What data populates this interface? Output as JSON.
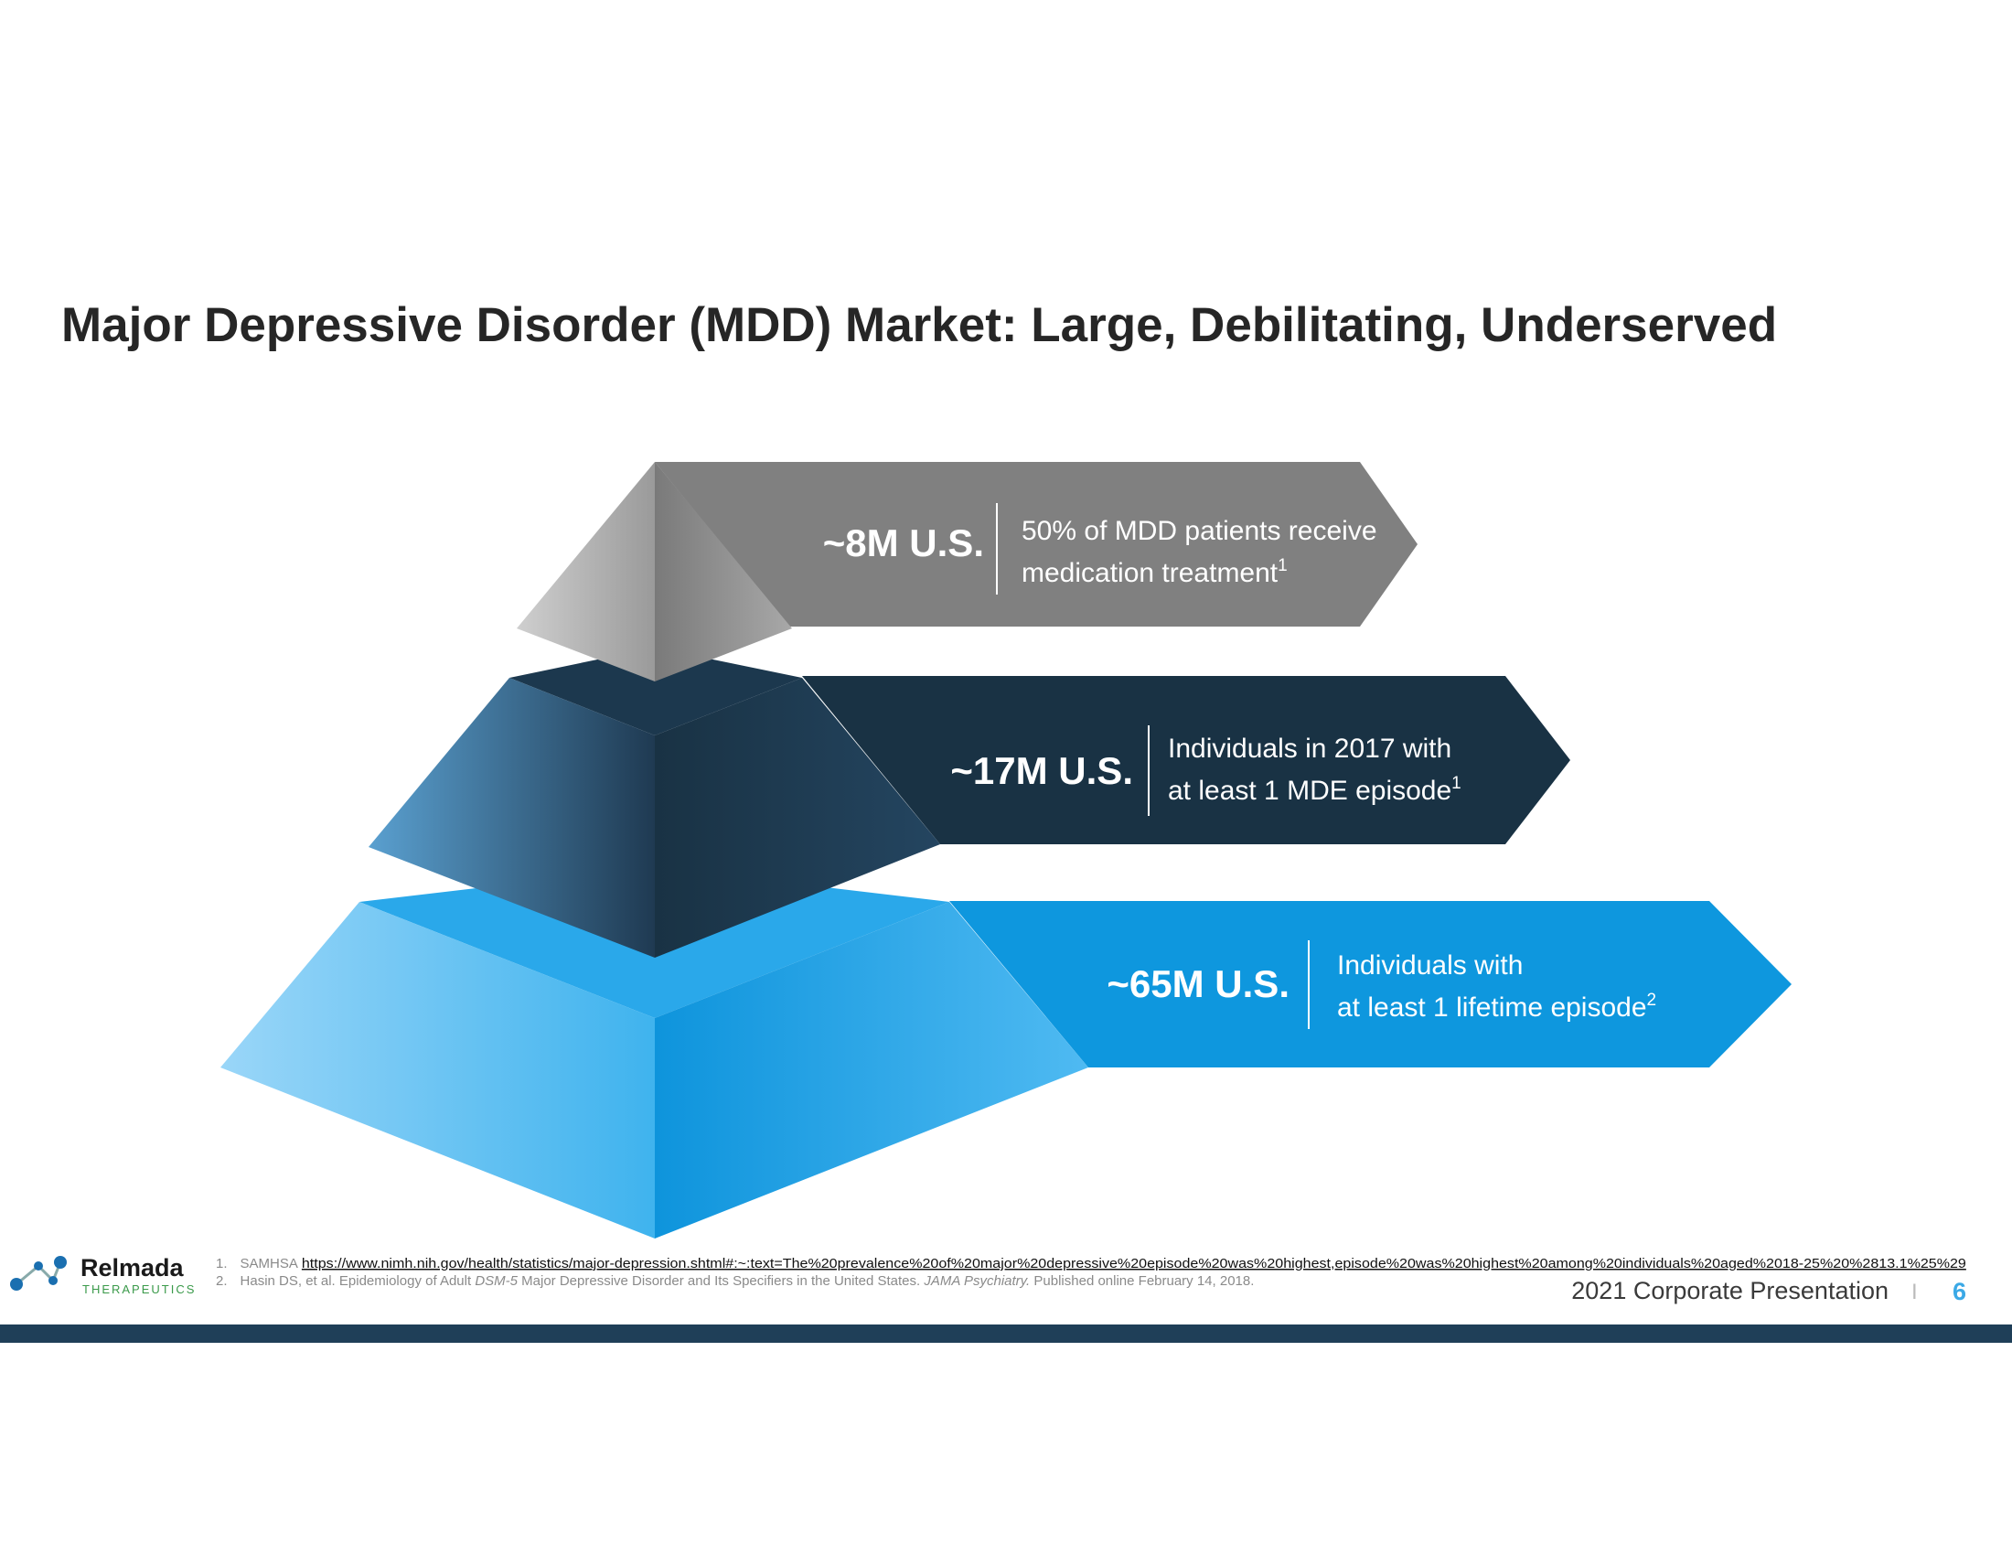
{
  "title": "Major Depressive Disorder (MDD) Market: Large, Debilitating, Underserved",
  "tiers": [
    {
      "value": "~8M U.S.",
      "line1": "50% of MDD patients receive",
      "line2": "medication treatment",
      "sup": "1"
    },
    {
      "value": "~17M U.S.",
      "line1": "Individuals in 2017 with",
      "line2": "at least 1 MDE episode",
      "sup": "1"
    },
    {
      "value": "~65M U.S.",
      "line1": "Individuals with",
      "line2": "at least 1 lifetime episode",
      "sup": "2"
    }
  ],
  "colors": {
    "top": "#808080",
    "middle": "#193244",
    "bottom": "#0e97de",
    "bar": "#1f3f58",
    "accent": "#3ba9e6"
  },
  "footer": {
    "logo_name": "Relmada",
    "logo_sub": "THERAPEUTICS",
    "refs": [
      {
        "num": "1.",
        "prefix": "SAMHSA",
        "link": "https://www.nimh.nih.gov/health/statistics/major-depression.shtml#:~:text=The%20prevalence%20of%20major%20depressive%20episode%20was%20highest,episode%20was%20highest%20among%20individuals%20aged%2018-25%20%2813.1%25%29"
      },
      {
        "num": "2.",
        "text_a": "Hasin DS, et al. Epidemiology of Adult ",
        "italic_a": "DSM-5",
        "text_b": " Major Depressive Disorder and Its Specifiers in the United States.  ",
        "italic_b": "JAMA Psychiatry.",
        "text_c": " Published online February 14, 2018."
      }
    ],
    "presentation": "2021 Corporate Presentation",
    "separator": "I",
    "page": "6"
  }
}
